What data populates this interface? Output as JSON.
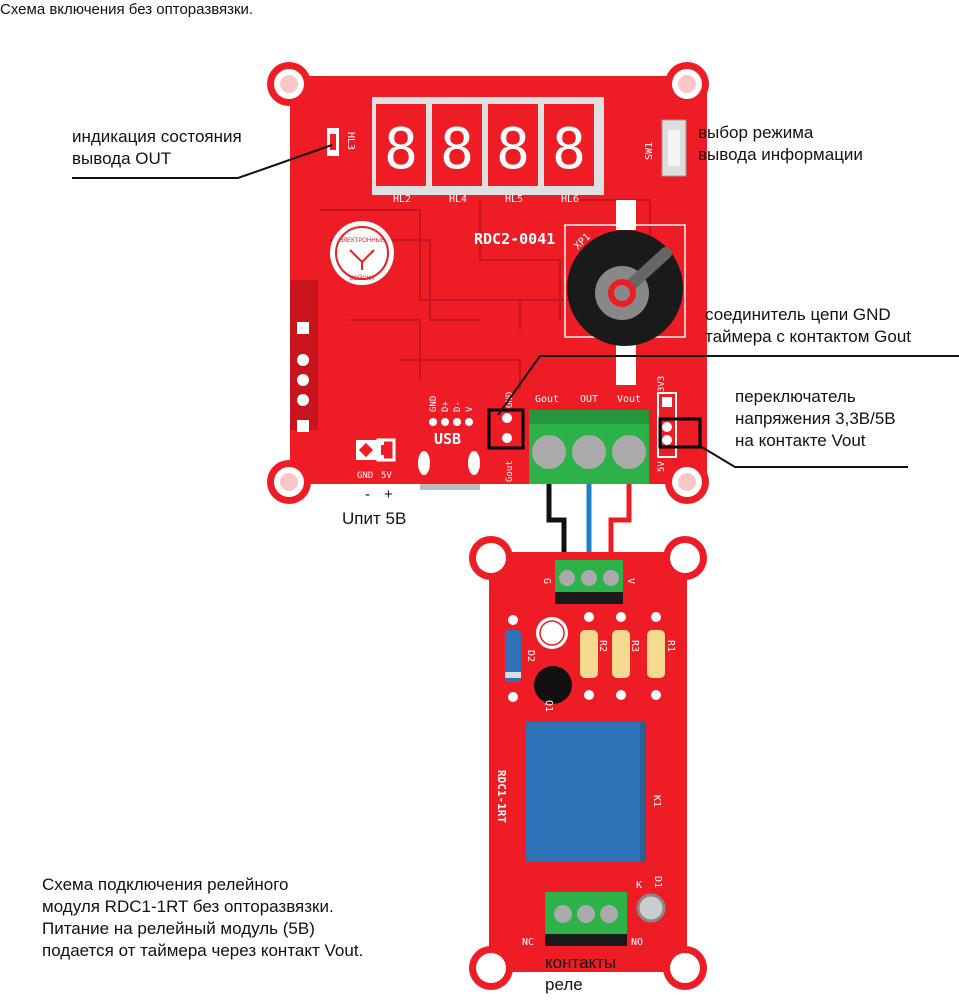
{
  "page_title": "Схема включения без опторазвязки.",
  "callouts": {
    "indication": "индикация состояния\nвывода OUT",
    "mode_select": "выбор режима\nвывода информации",
    "gnd_connector": "соединитель цепи GND\nтаймера с контактом Gout",
    "voltage_switch": "переключатель\nнапряжения 3,3В/5В\nна контакте Vout",
    "power_label": "Uпит 5В",
    "power_minus": "-",
    "power_plus": "+",
    "relay_description": "Схема подключения релейного\nмодуля RDC1-1RT без опторазвязки.\nПитание на релейный модуль (5В)\nподается от таймера через контакт Vout.",
    "relay_contacts": "контакты\nреле"
  },
  "timer_board": {
    "model": "RDC2-0041",
    "logo_top": "ЭЛЕКТРОННЫЕ",
    "logo_bottom": "ВОЙСКА",
    "digit_glyph": "8",
    "displays": [
      "HL2",
      "HL4",
      "HL5",
      "HL6"
    ],
    "led": "HL3",
    "switch": "SW1",
    "encoder": "XP1",
    "usb": "USB",
    "usb_pins": [
      "GND",
      "D+",
      "D-",
      "V"
    ],
    "power_pins": [
      "GND",
      "5V"
    ],
    "terminal_labels": [
      "Gout",
      "OUT",
      "Vout"
    ],
    "gnd_jumper_labels": [
      "GND",
      "Gout"
    ],
    "voltage_jumper_labels": [
      "3V3",
      "5V"
    ]
  },
  "relay_board": {
    "model": "RDC1-1RT",
    "input_labels": [
      "G",
      "V"
    ],
    "components": [
      "D2",
      "Q1",
      "R2",
      "R3",
      "R1",
      "K1",
      "D1"
    ],
    "led_pin": "K",
    "output_labels": [
      "NC",
      "NO"
    ]
  },
  "colors": {
    "pcb": "#ee1c25",
    "pcb_dark": "#c8141c",
    "terminal": "#2db24a",
    "display": "#e0e0e0",
    "wire_black": "#111111",
    "wire_blue": "#1e7fc8",
    "wire_red": "#ee1c25",
    "relay": "#2f72b7"
  }
}
